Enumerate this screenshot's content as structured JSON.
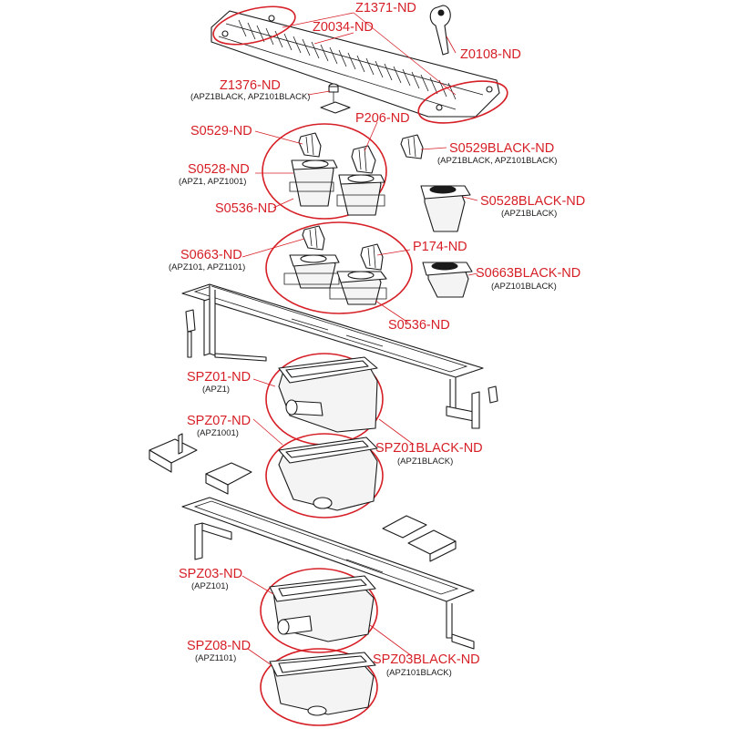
{
  "labels": {
    "z1371": "Z1371-ND",
    "z0034": "Z0034-ND",
    "z0108": "Z0108-ND",
    "z1376": "Z1376-ND",
    "z1376_sub": "(APZ1BLACK, APZ101BLACK)",
    "p206": "P206-ND",
    "s0529": "S0529-ND",
    "s0529black": "S0529BLACK-ND",
    "s0529black_sub": "(APZ1BLACK, APZ101BLACK)",
    "s0528": "S0528-ND",
    "s0528_sub": "(APZ1, APZ1001)",
    "s0528black": "S0528BLACK-ND",
    "s0528black_sub": "(APZ1BLACK)",
    "s0536_a": "S0536-ND",
    "s0663": "S0663-ND",
    "s0663_sub": "(APZ101, APZ1101)",
    "p174": "P174-ND",
    "s0663black": "S0663BLACK-ND",
    "s0663black_sub": "(APZ101BLACK)",
    "s0536_b": "S0536-ND",
    "spz01": "SPZ01-ND",
    "spz01_sub": "(APZ1)",
    "spz07": "SPZ07-ND",
    "spz07_sub": "(APZ1001)",
    "spz01black": "SPZ01BLACK-ND",
    "spz01black_sub": "(APZ1BLACK)",
    "spz03": "SPZ03-ND",
    "spz03_sub": "(APZ101)",
    "spz08": "SPZ08-ND",
    "spz08_sub": "(APZ1101)",
    "spz03black": "SPZ03BLACK-ND",
    "spz03black_sub": "(APZ101BLACK)"
  },
  "colors": {
    "label": "#d61f26",
    "line": "#1a1a1a",
    "background": "#ffffff"
  }
}
